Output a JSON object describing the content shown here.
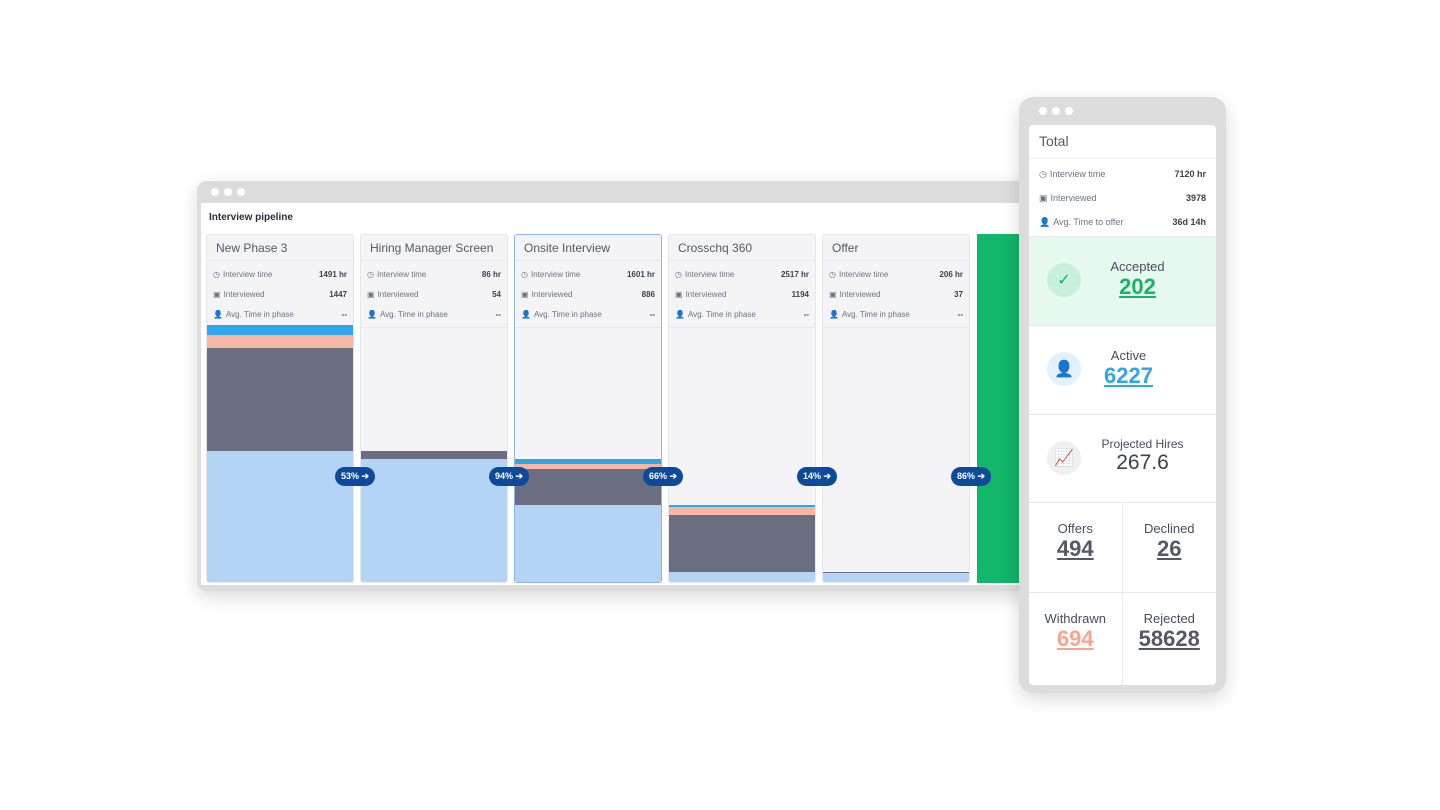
{
  "pipeline": {
    "title": "Interview pipeline",
    "labels": {
      "time": "Interview time",
      "interviewed": "Interviewed",
      "avg": "Avg. Time in phase"
    },
    "colors": {
      "blue": "#2ea6e8",
      "salmon": "#f7b5a3",
      "dark": "#6b6e80",
      "light": "#b3d4f5"
    },
    "phases": [
      {
        "name": "New Phase 3",
        "time": "1491 hr",
        "interviewed": "1447",
        "avg": "--",
        "conversion": "53% ➔",
        "segments_pct": {
          "blue": 4,
          "salmon": 5,
          "dark": 40,
          "light": 51
        }
      },
      {
        "name": "Hiring Manager Screen",
        "time": "86 hr",
        "interviewed": "54",
        "avg": "--",
        "conversion": "94% ➔",
        "segments_pct": {
          "blue": 0,
          "salmon": 0,
          "dark": 3,
          "light": 48
        }
      },
      {
        "name": "Onsite Interview",
        "time": "1601 hr",
        "interviewed": "886",
        "avg": "--",
        "conversion": "66% ➔",
        "segments_pct": {
          "blue": 2,
          "salmon": 2,
          "dark": 14,
          "light": 30
        }
      },
      {
        "name": "Crosschq 360",
        "time": "2517 hr",
        "interviewed": "1194",
        "avg": "--",
        "conversion": "14% ➔",
        "segments_pct": {
          "blue": 1,
          "salmon": 3,
          "dark": 22,
          "light": 4
        }
      },
      {
        "name": "Offer",
        "time": "206 hr",
        "interviewed": "37",
        "avg": "--",
        "conversion": "86% ➔",
        "segments_pct": {
          "blue": 0,
          "salmon": 0,
          "dark": 0.5,
          "light": 3.5
        }
      }
    ]
  },
  "total": {
    "title": "Total",
    "time_label": "Interview time",
    "time": "7120 hr",
    "interviewed_label": "Interviewed",
    "interviewed": "3978",
    "avg_label": "Avg. Time to offer",
    "avg": "36d 14h",
    "accepted_label": "Accepted",
    "accepted": "202",
    "active_label": "Active",
    "active": "6227",
    "projected_label": "Projected Hires",
    "projected": "267.6",
    "offers_label": "Offers",
    "offers": "494",
    "declined_label": "Declined",
    "declined": "26",
    "withdrawn_label": "Withdrawn",
    "withdrawn": "694",
    "rejected_label": "Rejected",
    "rejected": "58628"
  }
}
